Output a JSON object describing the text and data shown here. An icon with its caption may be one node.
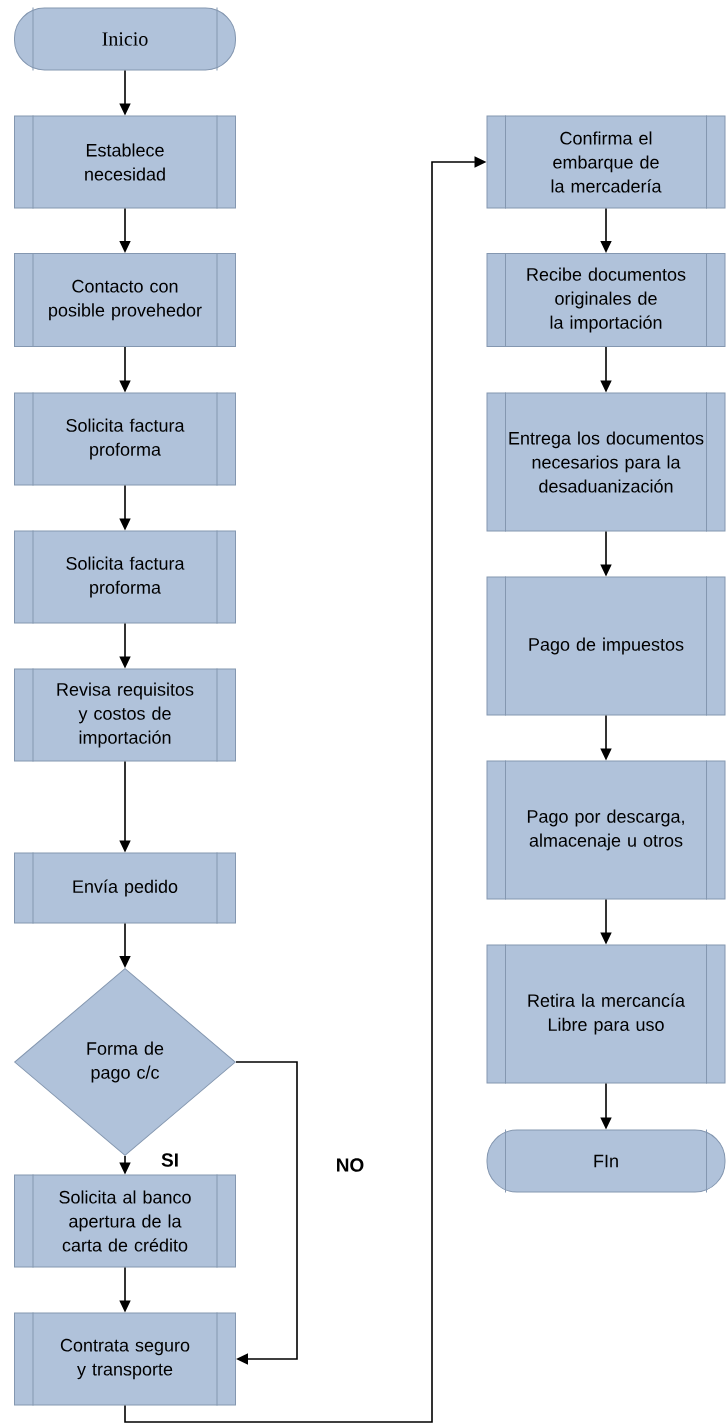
{
  "diagram": {
    "nodes": [
      {
        "text": [
          "Inicio"
        ]
      },
      {
        "text": [
          "Establece necesidad"
        ]
      },
      {
        "text": [
          "Contacto con posible provehedor"
        ]
      },
      {
        "text": [
          "Solicita factura proforma"
        ]
      },
      {
        "text": [
          "Solicita factura proforma"
        ]
      },
      {
        "text": [
          "Revisa requisitos y costos de importación"
        ]
      },
      {
        "text": [
          "Envía pedido"
        ]
      },
      {
        "text": [
          "Forma de pago c/c"
        ]
      },
      {
        "text": [
          "Solicita al banco apertura de la carta de crédito"
        ]
      },
      {
        "text": [
          "Contrata seguro y transporte"
        ]
      },
      {
        "text": [
          "Confirma el embarque de la mercadería"
        ]
      },
      {
        "text": [
          "Recibe documentos originales de la importación"
        ]
      },
      {
        "text": [
          "Entrega los documentos necesarios para la desaduanización"
        ]
      },
      {
        "text": [
          "Pago de impuestos"
        ]
      },
      {
        "text": [
          "Pago por descarga, almacenaje u otros"
        ]
      },
      {
        "text": [
          "Retira la mercancía Libre para uso"
        ]
      },
      {
        "text": [
          "FIn"
        ]
      }
    ],
    "edges": [
      {
        "from": 0,
        "to": 1,
        "arrow": "to"
      },
      {
        "from": 1,
        "to": 2,
        "arrow": "to"
      },
      {
        "from": 2,
        "to": 3,
        "arrow": "to"
      },
      {
        "from": 3,
        "to": 4,
        "arrow": "to"
      },
      {
        "from": 4,
        "to": 5,
        "arrow": "to"
      },
      {
        "from": 5,
        "to": 6,
        "arrow": "to"
      },
      {
        "from": 6,
        "to": 7,
        "arrow": "to"
      },
      {
        "from": 7,
        "to": 8,
        "arrow": "to",
        "label": "SI"
      },
      {
        "from": 7,
        "to": 9,
        "arrow": "to",
        "label": "NO"
      },
      {
        "from": 8,
        "to": 9,
        "arrow": "to"
      },
      {
        "from": 9,
        "to": 10,
        "arrow": "to"
      },
      {
        "from": 10,
        "to": 11,
        "arrow": "to"
      },
      {
        "from": 11,
        "to": 12,
        "arrow": "to"
      },
      {
        "from": 12,
        "to": 13,
        "arrow": "to"
      },
      {
        "from": 13,
        "to": 14,
        "arrow": "to"
      },
      {
        "from": 14,
        "to": 15,
        "arrow": "to"
      },
      {
        "from": 15,
        "to": 16,
        "arrow": "to"
      }
    ]
  }
}
